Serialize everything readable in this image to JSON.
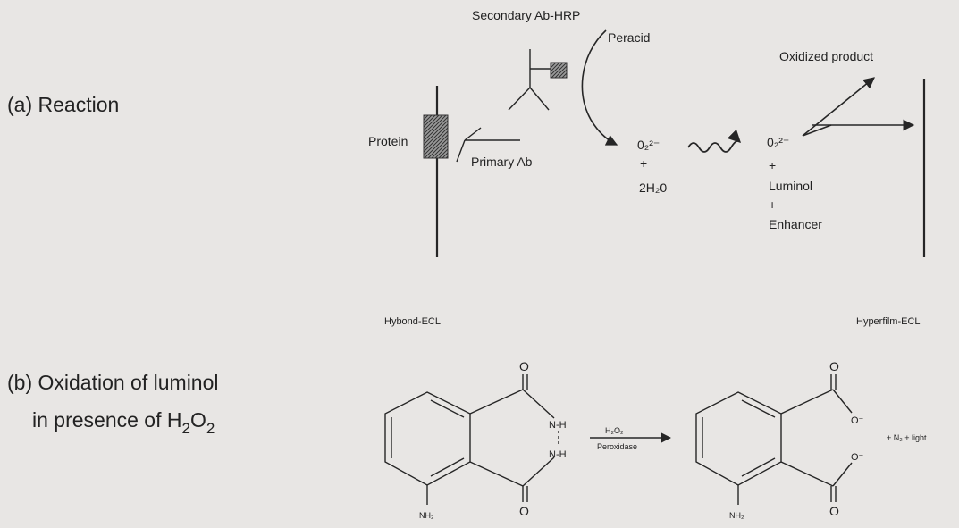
{
  "colors": {
    "background": "#e8e6e4",
    "ink": "#262626",
    "hatch": "#555555"
  },
  "panel_a": {
    "title": "(a) Reaction",
    "secondary_ab": "Secondary Ab-HRP",
    "peracid": "Peracid",
    "oxidized_product": "Oxidized product",
    "protein": "Protein",
    "primary_ab": "Primary Ab",
    "superoxide_left": "0₂²⁻",
    "plus_1": "+",
    "water": "2H₂0",
    "superoxide_right": "0₂²⁻",
    "plus_2": "+",
    "luminol": "Luminol",
    "plus_3": "+",
    "enhancer": "Enhancer",
    "membrane": "Hybond-ECL",
    "film": "Hyperfilm-ECL"
  },
  "panel_b": {
    "title_line1": "(b) Oxidation of luminol",
    "title_line2_prefix": "in presence of H",
    "title_sub1": "2",
    "title_mid": "O",
    "title_sub2": "2",
    "o_top_left": "O",
    "nh_upper": "N-H",
    "nh_lower": "N-H",
    "o_bottom_left": "O",
    "nh2_left": "NH₂",
    "reagent_above": "H₂O₂",
    "reagent_below": "Peroxidase",
    "o_top_right": "O",
    "o_minus_upper": "O⁻",
    "o_minus_lower": "O⁻",
    "o_bottom_right": "O",
    "nh2_right": "NH₂",
    "products": "+ N₂ + light"
  }
}
